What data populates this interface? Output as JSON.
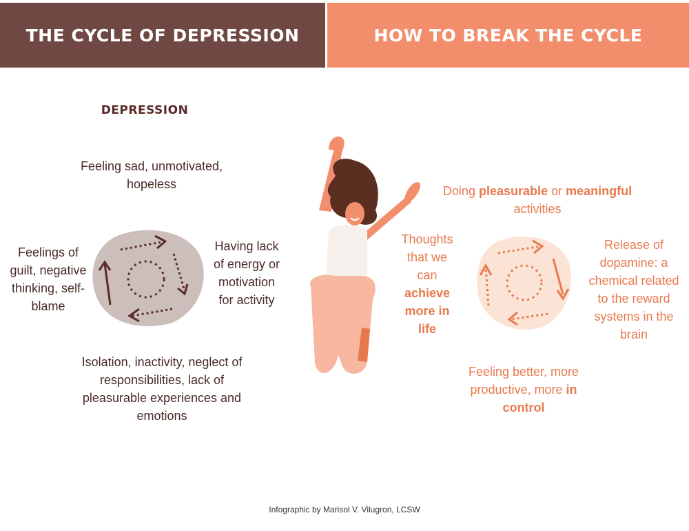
{
  "header": {
    "left_title": "THE CYCLE OF DEPRESSION",
    "right_title": "HOW TO BREAK THE CYCLE"
  },
  "depression": {
    "title": "DEPRESSION",
    "top": [
      "Feeling sad, unmotivated,",
      "hopeless"
    ],
    "right": [
      "Having lack",
      "of energy or",
      "motivation",
      "for activity"
    ],
    "bottom": [
      "Isolation, inactivity, neglect of",
      "responsibilities, lack of",
      "pleasurable experiences and",
      "emotions"
    ],
    "left": [
      "Feelings of",
      "guilt, negative",
      "thinking, self-",
      "blame"
    ]
  },
  "breaking": {
    "top": {
      "doing": "Doing",
      "pleasurable": "pleasurable",
      "or": "or",
      "meaningful": "meaningful",
      "activities": "activities"
    },
    "right": [
      "Release of",
      "dopamine: a",
      "chemical related",
      "to the reward",
      "systems in the",
      "brain"
    ],
    "bottom": {
      "line1": "Feeling better, more",
      "line2_pre": "productive, more",
      "line2_bold": "in",
      "line3_bold": "control"
    },
    "left": {
      "l1": "Thoughts",
      "l2": "that we",
      "l3": "can",
      "l4": "achieve",
      "l5": "more in",
      "l6": "life"
    }
  },
  "credit": "Infographic by Marisol V. Vilugron, LCSW",
  "colors": {
    "brown": "#704843",
    "salmon": "#F38E6D",
    "orange_text": "#E8794D",
    "dark_text": "#4a2a27",
    "blob_gray": "#CBBEBB",
    "blob_peach": "#FBE3D6"
  },
  "icons": [
    "cycle-arrows-icon",
    "jumping-woman-illustration"
  ]
}
